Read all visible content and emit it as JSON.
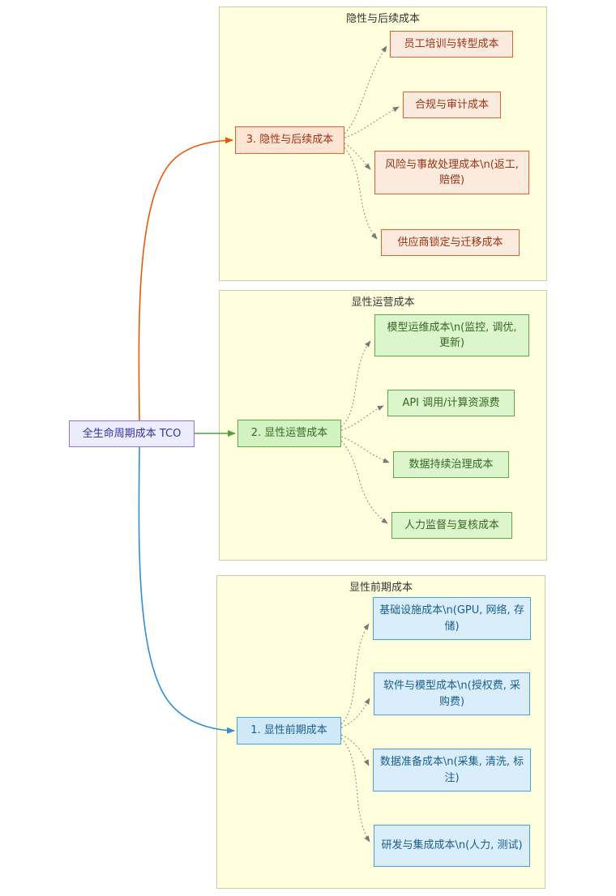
{
  "root": {
    "label": "全生命周期成本 TCO"
  },
  "groups": {
    "hidden": {
      "title": "隐性与后续成本",
      "branch": "3. 隐性与后续成本",
      "leaves": [
        "员工培训与转型成本",
        "合规与审计成本",
        "风险与事故处理成本\\n(返工, 赔偿)",
        "供应商锁定与迁移成本"
      ]
    },
    "operational": {
      "title": "显性运营成本",
      "branch": "2. 显性运营成本",
      "leaves": [
        "模型运维成本\\n(监控, 调优, 更新)",
        "API 调用/计算资源费",
        "数据持续治理成本",
        "人力监督与复核成本"
      ]
    },
    "upfront": {
      "title": "显性前期成本",
      "branch": "1. 显性前期成本",
      "leaves": [
        "基础设施成本\\n(GPU, 网络, 存储)",
        "软件与模型成本\\n(授权费, 采购费)",
        "数据准备成本\\n(采集, 清洗, 标注)",
        "研发与集成成本\\n(人力, 测试)"
      ]
    }
  },
  "colors": {
    "root_fill": "#ECECFF",
    "root_border": "#9370DB",
    "root_text": "#333399",
    "cluster_fill": "#ffffde",
    "cluster_border": "#c9c9ad",
    "hidden_border": "#e06030",
    "hidden_text": "#9a3412",
    "hidden_branch_fill": "#ffe3d3",
    "hidden_leaf_fill": "#fbeade",
    "operational_border": "#5fa848",
    "operational_text": "#33691e",
    "operational_branch_fill": "#d2f2c2",
    "operational_leaf_fill": "#ddf5cd",
    "upfront_border": "#4aa0d8",
    "upfront_text": "#175d8d",
    "upfront_branch_fill": "#cfe9f9",
    "upfront_leaf_fill": "#d9eefa",
    "edge_hidden": "#e8590c",
    "edge_operational": "#4fa03c",
    "edge_upfront": "#2e8fd4",
    "edge_dotted": "#888888"
  }
}
